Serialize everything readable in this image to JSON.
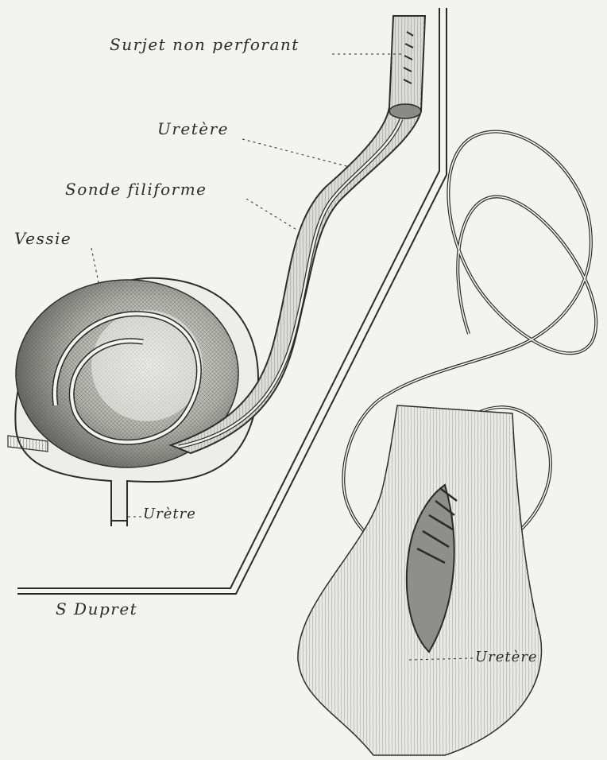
{
  "labels": {
    "surjet": "Surjet non perforant",
    "uretere_top": "Uretère",
    "sonde": "Sonde filiforme",
    "vessie": "Vessie",
    "uretre": "Urètre",
    "signature": "S Dupret",
    "uretere_bottom": "Uretère"
  },
  "colors": {
    "ink": "#2b2b2b",
    "paper": "#f3f3ef",
    "shade": "#9a9a96"
  }
}
